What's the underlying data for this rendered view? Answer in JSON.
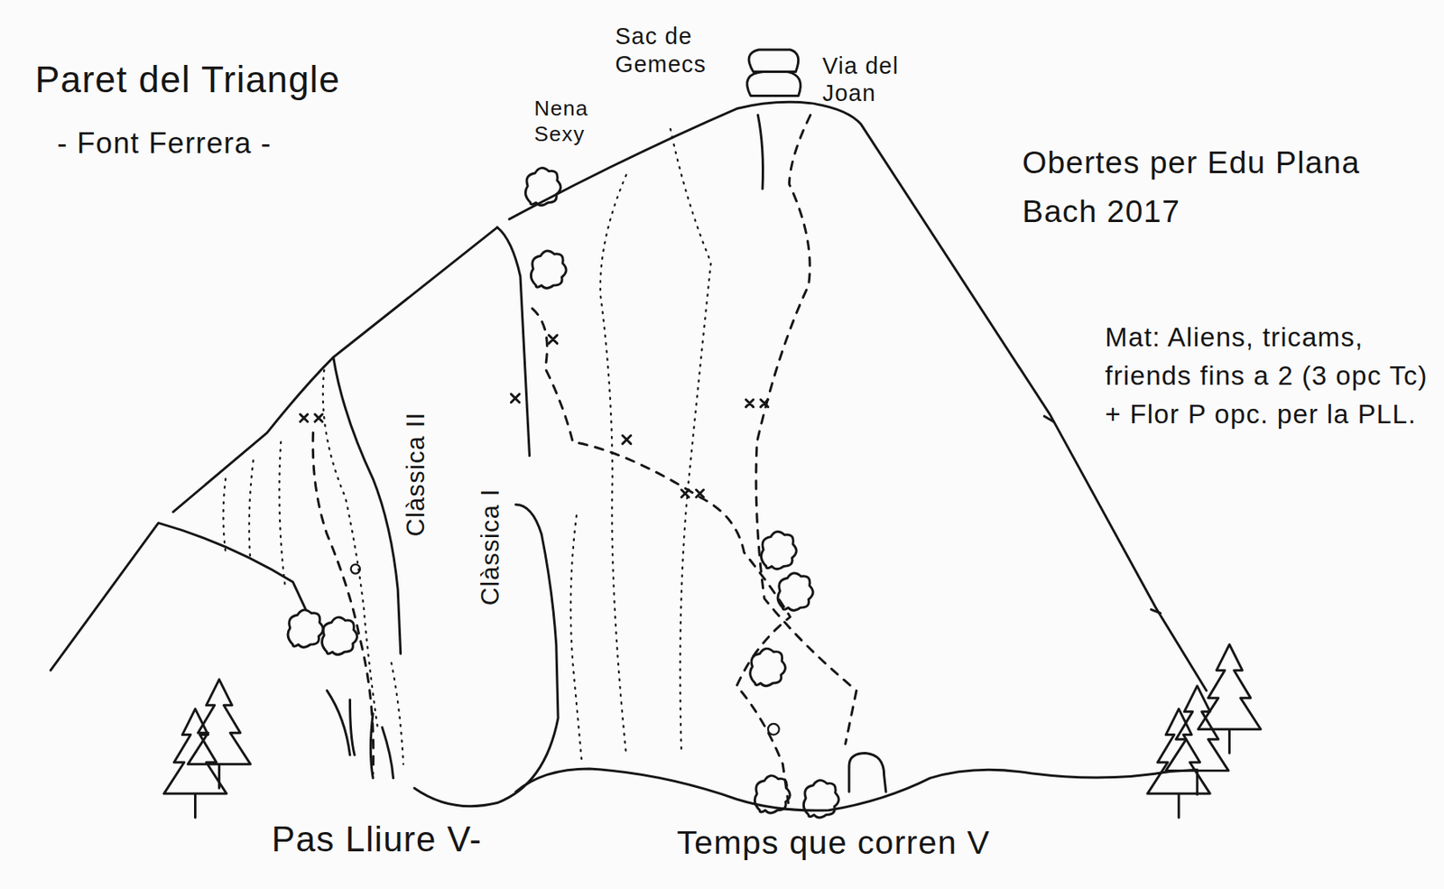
{
  "diagram": {
    "title": "Paret del Triangle",
    "labels": [
      "- Font Ferrera -",
      "Sac de Gemecs",
      "Via del Joan",
      "Nena Sexy",
      "Obertes per Edu Plana Bach 2017",
      "Mat: Aliens, tricams, friends fins a 2 (3 opc Tc) + Flor P opc. per la PLL.",
      "Clàssica II",
      "Clàssica I",
      "Pas Lliure V-",
      "Temps que corren V"
    ]
  }
}
